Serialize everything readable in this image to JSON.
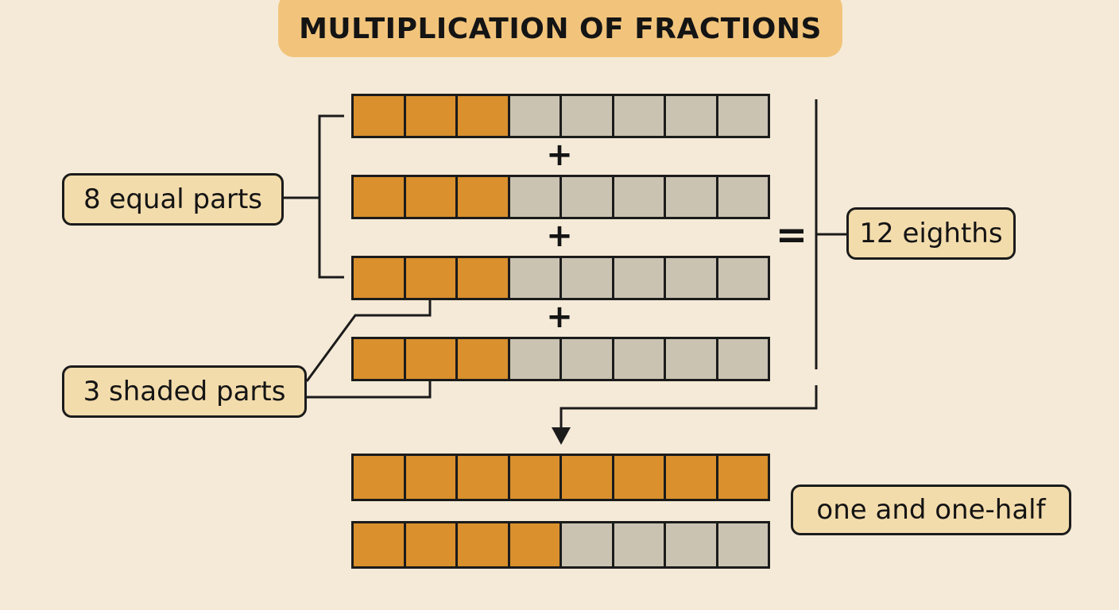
{
  "title": "MULTIPLICATION OF FRACTIONS",
  "bars_top": [
    {
      "total": 8,
      "shaded": 3
    },
    {
      "total": 8,
      "shaded": 3
    },
    {
      "total": 8,
      "shaded": 3
    },
    {
      "total": 8,
      "shaded": 3
    }
  ],
  "bars_result": [
    {
      "total": 8,
      "shaded": 8
    },
    {
      "total": 8,
      "shaded": 4
    }
  ],
  "operators": {
    "plus": "+",
    "equals": "="
  },
  "labels": {
    "equal_parts": "8 equal parts",
    "shaded_parts": "3 shaded parts",
    "total": "12 eighths",
    "result": "one and one-half"
  },
  "colors": {
    "shaded": "#d9902d",
    "unshaded": "#cbc3b2",
    "label_fill": "#f3dcac",
    "title_fill": "#f2c47b",
    "background": "#f4ead7"
  }
}
